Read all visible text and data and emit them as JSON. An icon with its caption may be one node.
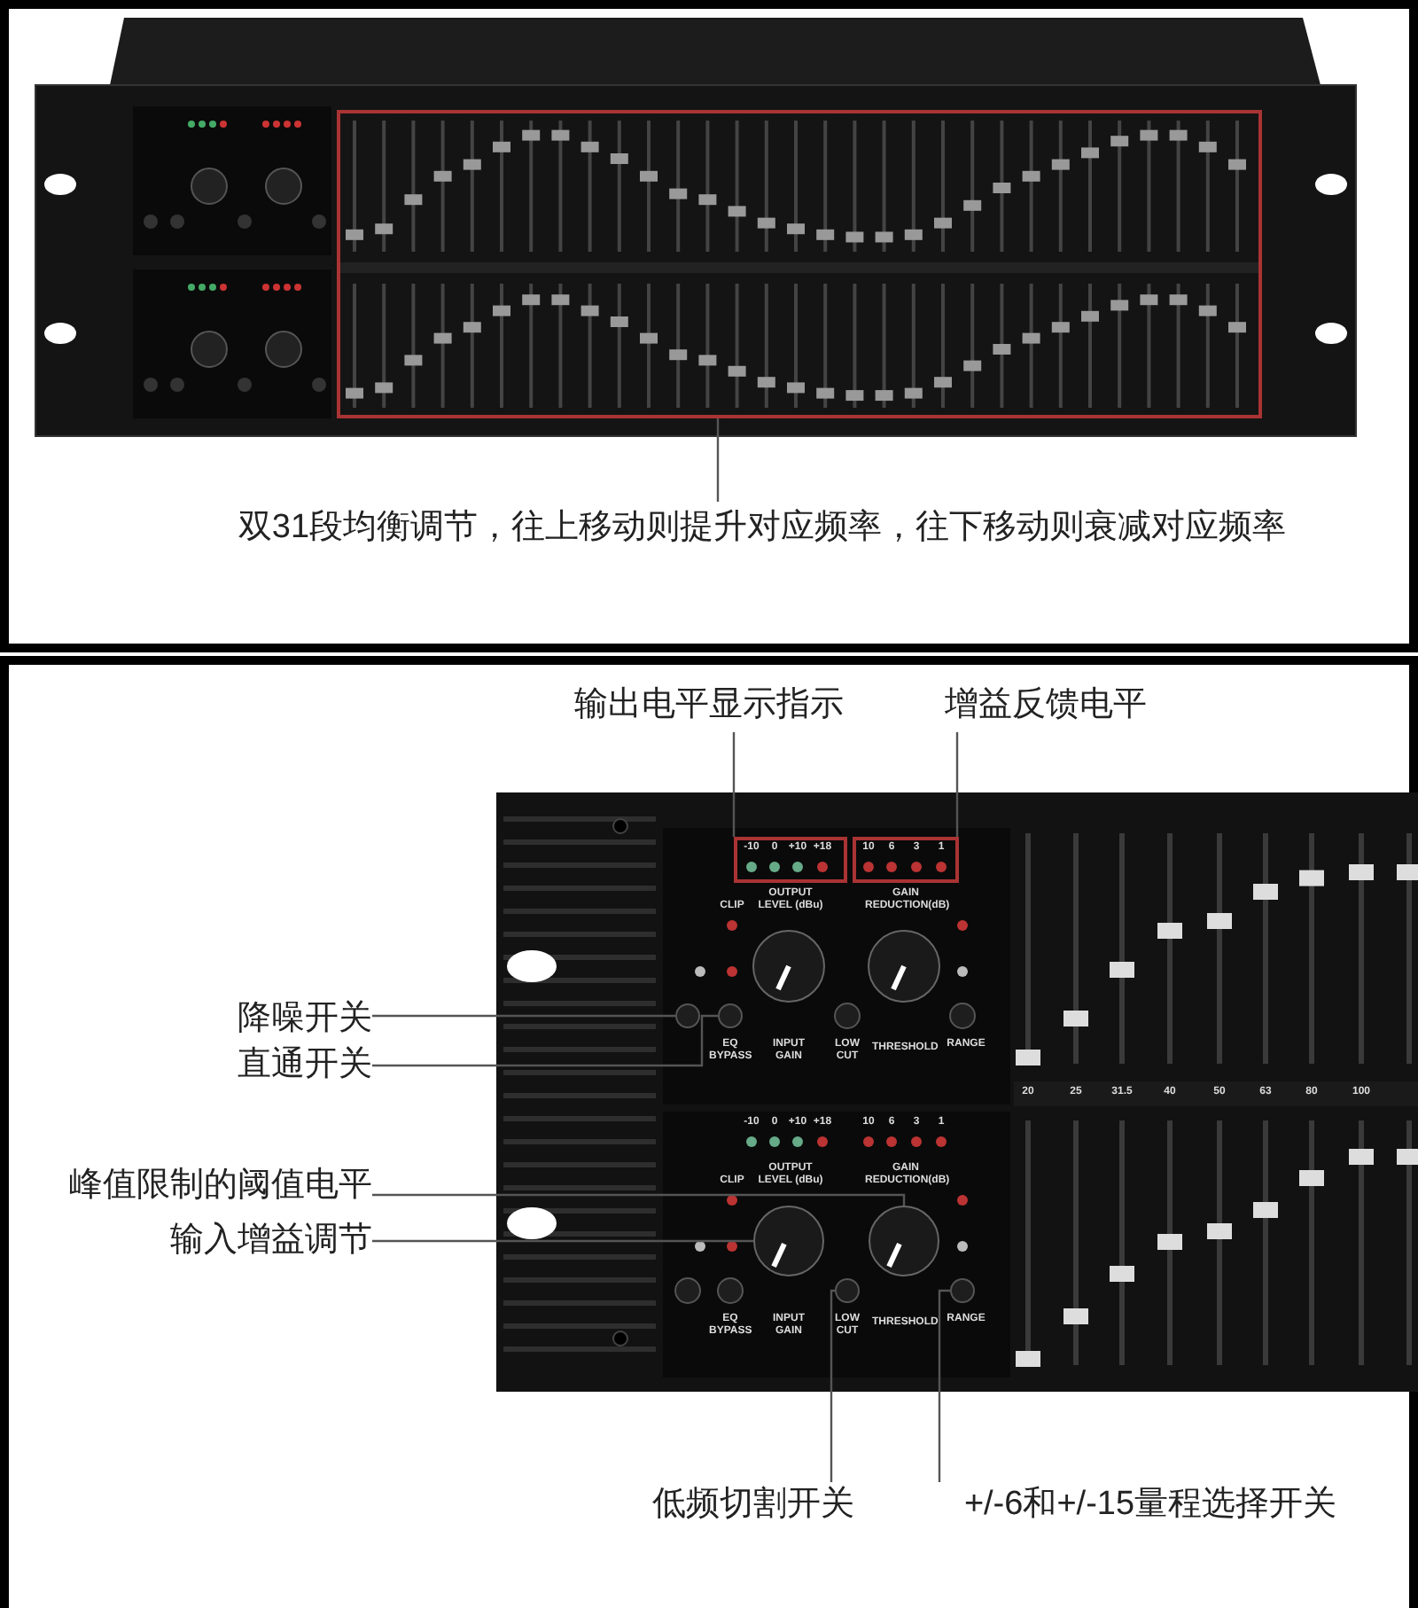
{
  "diagram": {
    "nodes": [
      {
        "text": [
          "双31段均衡调节，往上移动则提升对应频率，往下移动则衰减对应频率"
        ]
      },
      {
        "text": [],
        "shape": "box"
      },
      {
        "text": [
          "输出电平显示指示"
        ]
      },
      {
        "text": [],
        "shape": "box"
      },
      {
        "text": [
          "增益反馈电平"
        ]
      },
      {
        "text": [],
        "shape": "box"
      },
      {
        "text": [
          "降噪开关"
        ]
      },
      {
        "text": [],
        "shape": "circle"
      },
      {
        "text": [
          "直通开关"
        ]
      },
      {
        "text": [],
        "shape": "circle"
      },
      {
        "text": [
          "峰值限制的阈值电平"
        ]
      },
      {
        "text": [],
        "shape": "circle"
      },
      {
        "text": [
          "输入增益调节"
        ]
      },
      {
        "text": [],
        "shape": "circle"
      },
      {
        "text": [
          "低频切割开关"
        ]
      },
      {
        "text": [],
        "shape": "circle"
      },
      {
        "text": [
          "+/-6和+/-15量程选择开关"
        ]
      },
      {
        "text": [],
        "shape": "circle"
      }
    ],
    "edges": [
      {
        "from": 0,
        "to": 1,
        "arrow": "none"
      },
      {
        "from": 2,
        "to": 3,
        "arrow": "none"
      },
      {
        "from": 4,
        "to": 5,
        "arrow": "none"
      },
      {
        "from": 6,
        "to": 7,
        "arrow": "none"
      },
      {
        "from": 8,
        "to": 9,
        "arrow": "none"
      },
      {
        "from": 10,
        "to": 11,
        "arrow": "none"
      },
      {
        "from": 12,
        "to": 13,
        "arrow": "none"
      },
      {
        "from": 14,
        "to": 15,
        "arrow": "none"
      },
      {
        "from": 16,
        "to": 17,
        "arrow": "none"
      }
    ],
    "labels": [
      "-10",
      "0",
      "+10",
      "+18",
      "OUTPUT LEVEL (dBu)",
      "10",
      "6",
      "3",
      "1",
      "GAIN REDUCTION(dB)",
      "CLIP",
      "EQ BYPASS",
      "INPUT GAIN",
      "LOW CUT",
      "THRESHOLD",
      "RANGE",
      "-10",
      "0",
      "+10",
      "+18",
      "OUTPUT LEVEL (dBu)",
      "10",
      "6",
      "3",
      "1",
      "GAIN REDUCTION(dB)",
      "CLIP",
      "EQ BYPASS",
      "INPUT GAIN",
      "LOW CUT",
      "THRESHOLD",
      "RANGE",
      "20",
      "25",
      "31.5",
      "40",
      "50",
      "63",
      "80",
      "100"
    ]
  }
}
